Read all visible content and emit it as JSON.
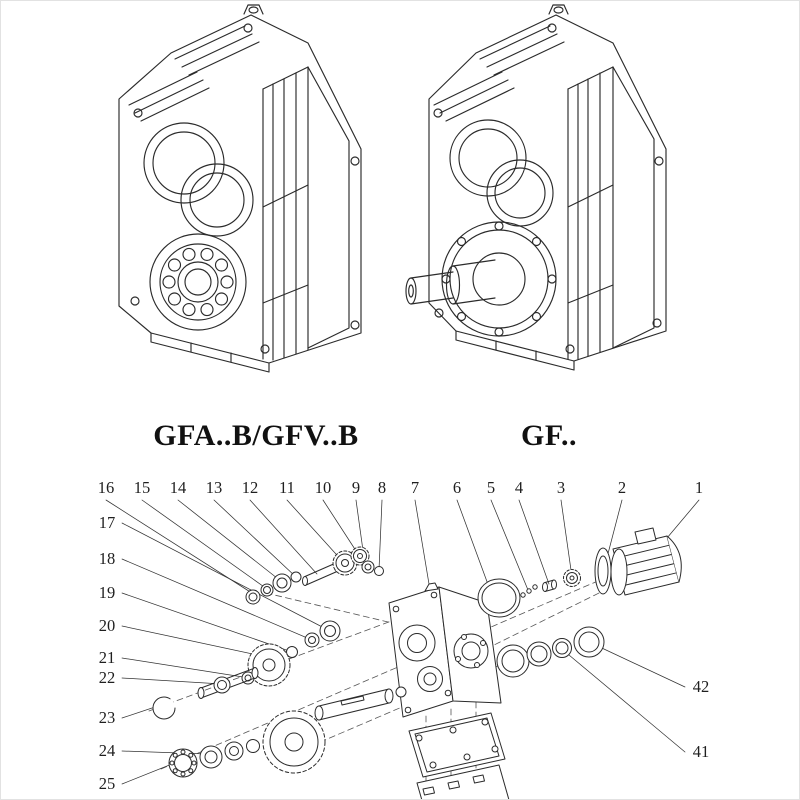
{
  "captions": {
    "left": "GFA..B/GFV..B",
    "right": "GF.."
  },
  "part_labels": {
    "top_row": [
      "16",
      "15",
      "14",
      "13",
      "12",
      "11",
      "10",
      "9",
      "8",
      "7",
      "6",
      "5",
      "4",
      "3",
      "2",
      "1"
    ],
    "left_column": [
      "17",
      "18",
      "19",
      "20",
      "21",
      "22",
      "23",
      "24",
      "25"
    ],
    "right_column": [
      "42",
      "41"
    ]
  },
  "colors": {
    "line": "#2b2b2b",
    "background": "#ffffff",
    "label_text": "#1f1f1f"
  }
}
